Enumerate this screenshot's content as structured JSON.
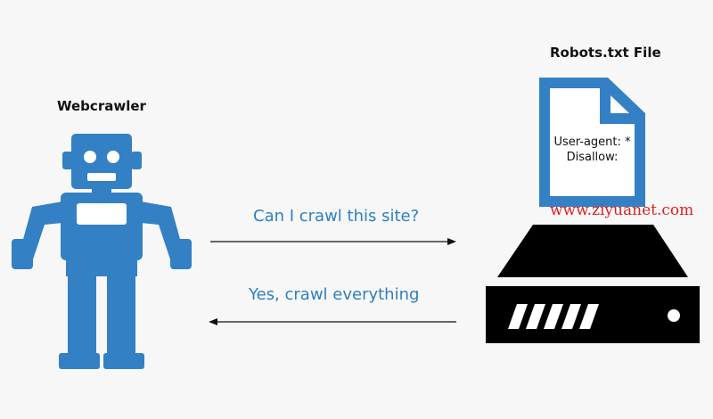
{
  "crawler": {
    "title": "Webcrawler",
    "icon": "robot-icon",
    "color": "#3380c4"
  },
  "file": {
    "title": "Robots.txt File",
    "icon": "document-icon",
    "lines": [
      "User-agent: *",
      "Disallow:"
    ]
  },
  "server": {
    "icon": "server-icon",
    "color": "#000000"
  },
  "messages": {
    "request": "Can I crawl this site?",
    "response": "Yes, crawl everything"
  },
  "watermark": "www.ziyuanet.com"
}
